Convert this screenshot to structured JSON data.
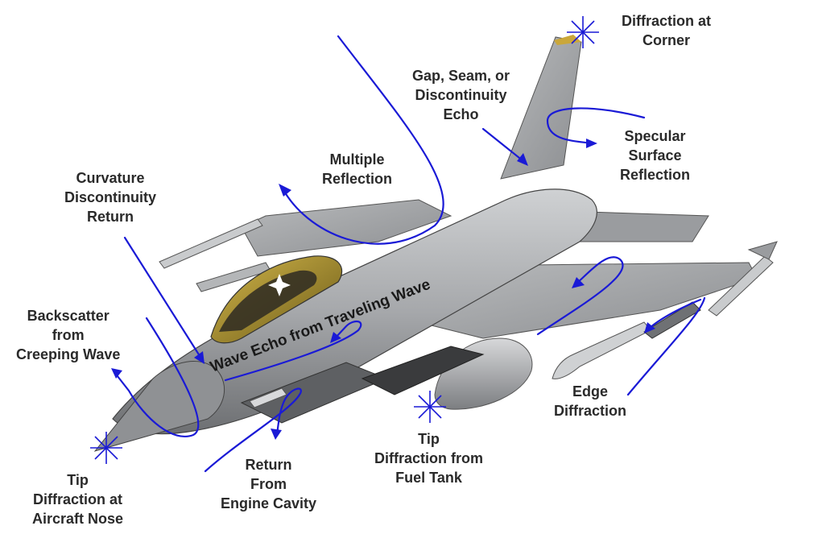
{
  "labels": {
    "corner": [
      "Diffraction at",
      "Corner"
    ],
    "gap": [
      "Gap, Seam, or",
      "Discontinuity",
      "Echo"
    ],
    "specular": [
      "Specular",
      "Surface",
      "Reflection"
    ],
    "multiple": [
      "Multiple",
      "Reflection"
    ],
    "curvature": [
      "Curvature",
      "Discontinuity",
      "Return"
    ],
    "backscatter": [
      "Backscatter",
      "from",
      "Creeping Wave"
    ],
    "traveling": "Wave Echo from Traveling Wave",
    "edge": [
      "Edge",
      "Diffraction"
    ],
    "fueltank": [
      "Tip",
      "Diffraction from",
      "Fuel Tank"
    ],
    "engine": [
      "Return",
      "From",
      "Engine Cavity"
    ],
    "nose": [
      "Tip",
      "Diffraction at",
      "Aircraft Nose"
    ]
  },
  "colors": {
    "arrow": "#1a1ad6",
    "label_text": "#2a2a2a",
    "airframe": "#a9abad",
    "canopy": "#b89a2e"
  }
}
